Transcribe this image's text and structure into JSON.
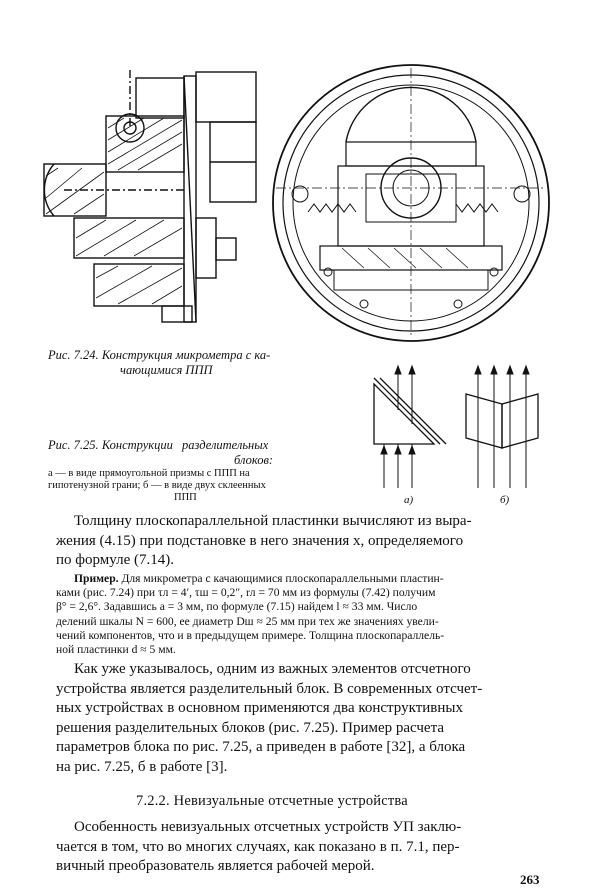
{
  "figure_7_24": {
    "caption_label": "Рис. 7.24.",
    "caption_line1": "Конструкция микрометра с ка-",
    "caption_line2": "чающимися ППП"
  },
  "figure_7_25": {
    "caption_label": "Рис. 7.25.",
    "caption_line1": "Конструкции разделительных",
    "caption_line2": "блоков:",
    "desc_line1": "а — в виде прямоугольной призмы с ППП на",
    "desc_line2": "гипотенузной грани; б — в виде двух склеенных",
    "desc_line3": "ППП",
    "sub_a": "а)",
    "sub_b": "б)"
  },
  "paragraph1": [
    "Толщину плоскопараллельной пластинки вычисляют из выра-",
    "жения (4.15) при подстановке в него значения x, определяемого",
    "по формуле (7.14)."
  ],
  "example": {
    "label": "Пример.",
    "lines": [
      " Для микрометра с качающимися плоскопараллельными пластин-",
      "ками (рис. 7.24) при τл = 4′, τш = 0,2″, rл = 70 мм из формулы (7.42) получим",
      "β° = 2,6°. Задавшись a = 3 мм, по формуле (7.15) найдем l ≈ 33 мм. Число",
      "делений шкалы N = 600, ее диаметр Dш ≈ 25 мм при тех же значениях увели-",
      "чений компонентов, что и в предыдущем примере. Толщина плоскопараллель-",
      "ной пластинки d ≈ 5 мм."
    ]
  },
  "paragraph2": [
    "Как уже указывалось, одним из важных элементов отсчетного",
    "устройства является разделительный блок. В современных отсчет-",
    "ных устройствах в основном применяются два конструктивных",
    "решения разделительных блоков (рис. 7.25). Пример расчета",
    "параметров блока по рис. 7.25, а приведен в работе [32], а блока",
    "на рис. 7.25, б в работе [3]."
  ],
  "section_heading": "7.2.2. Невизуальные отсчетные устройства",
  "paragraph3": [
    "Особенность невизуальных отсчетных устройств УП заклю-",
    "чается в том, что во многих случаях, как показано в п. 7.1, пер-",
    "вичный преобразователь является рабочей мерой."
  ],
  "page_number": "263"
}
